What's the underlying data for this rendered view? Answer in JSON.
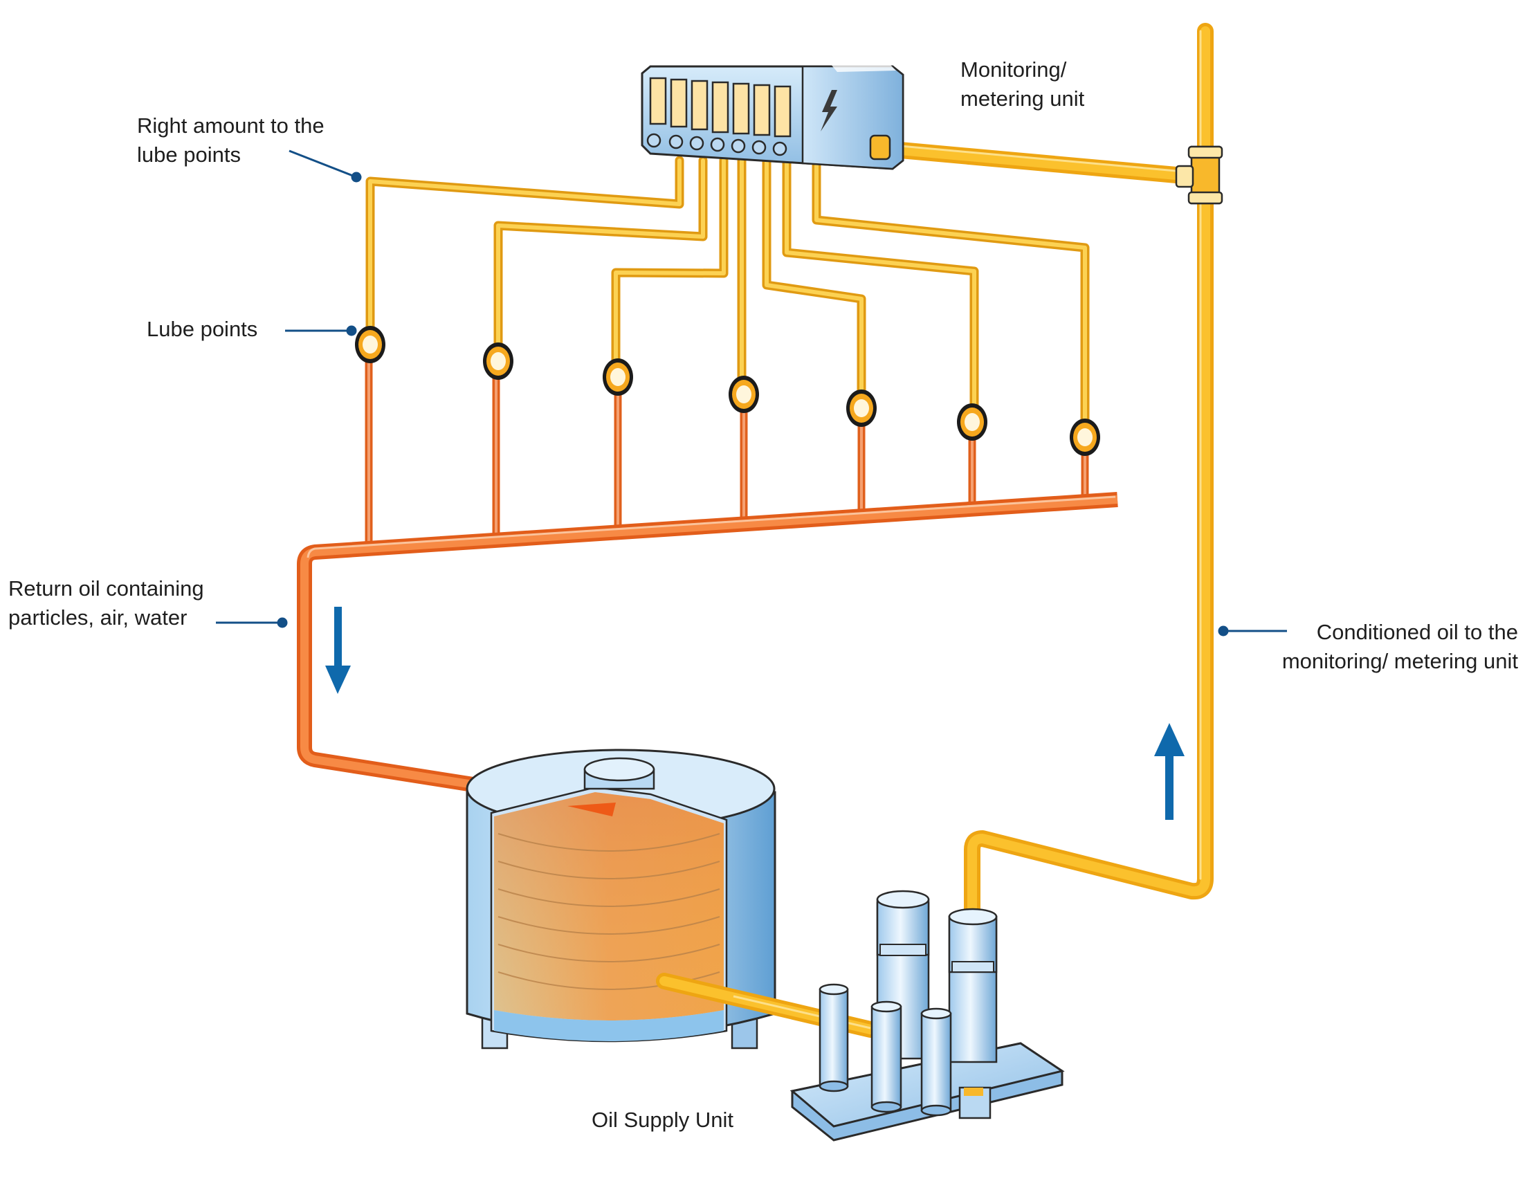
{
  "labels": {
    "monitoring_unit": [
      "Monitoring/",
      "metering unit"
    ],
    "right_amount": [
      "Right amount to the",
      "lube points"
    ],
    "lube_points": "Lube points",
    "return_oil": [
      "Return oil containing",
      "particles, air, water"
    ],
    "conditioned_oil": [
      "Conditioned oil to the",
      "monitoring/ metering unit"
    ],
    "oil_supply_unit": "Oil Supply Unit"
  },
  "colors": {
    "supply_pipe": "#f7b21b",
    "return_pipe": "#ec6d27",
    "equipment_blue": "#a8cfee",
    "arrow_blue": "#0f69ac",
    "leader_line": "#134f87"
  },
  "icons": [
    "lightning-icon",
    "down-arrow-icon",
    "up-arrow-icon"
  ]
}
